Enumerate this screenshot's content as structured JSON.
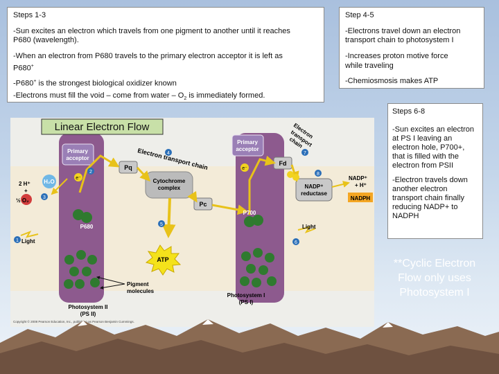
{
  "steps_1_3": {
    "title": "Steps 1-3",
    "line1": "-Sun excites an electron which travels from one pigment to another until it reaches",
    "line1b": "P680 (wavelength).",
    "line2": "-When an electron from P680 travels to the primary electron acceptor it is left as",
    "line2b": "P680",
    "line2sup": "+",
    "line3a": "-P680",
    "line3sup": "+",
    "line3b": " is the strongest biological oxidizer known",
    "line4a": "-Electrons must fill the void – come from water – O",
    "line4sub": "2",
    "line4b": " is immediately formed."
  },
  "steps_4_5": {
    "title": "Step 4-5",
    "line1": "-Electrons travel down an electron",
    "line1b": "transport chain to photosystem I",
    "line2": "-Increases proton motive force",
    "line2b": "while traveling",
    "line3": "-Chemiosmosis makes ATP"
  },
  "steps_6_8": {
    "title": "Steps 6-8",
    "para1": "-Sun excites an electron at PS I leaving an electron hole, P700+, that is filled with the electron from PSII",
    "para2": "-Electron travels down another electron transport chain finally reducing NADP+ to NADPH"
  },
  "cyclic_note": "**Cyclic Electron\nFlow only uses\nPhotosystem I",
  "diagram": {
    "title": "Linear Electron Flow",
    "electron_transport_chain": "Electron transport chain",
    "electron_transport_chain_2": [
      "Electron",
      "transport",
      "chain"
    ],
    "ps2_primary_acceptor": [
      "Primary",
      "acceptor"
    ],
    "ps1_primary_acceptor": [
      "Primary",
      "acceptor"
    ],
    "pq": "Pq",
    "cytochrome_complex": [
      "Cytochrome",
      "complex"
    ],
    "pc": "Pc",
    "fd": "Fd",
    "nadp_reductase": [
      "NADP⁺",
      "reductase"
    ],
    "nadp_plus": "NADP⁺",
    "plus_h": "+ H⁺",
    "nadph": "NADPH",
    "h2o": "H₂O",
    "two_h": "2 H⁺",
    "plus": "+",
    "half_o2": "½ O₂",
    "p680": "P680",
    "p700": "P700",
    "atp": "ATP",
    "light_left": "Light",
    "light_right": "Light",
    "pigment_molecules": [
      "Pigment",
      "molecules"
    ],
    "photosystem_2": [
      "Photosystem II",
      "(PS II)"
    ],
    "photosystem_1": [
      "Photosystem I",
      "(PS I)"
    ],
    "electron_symbol": "e⁻",
    "step_numbers": [
      "1",
      "2",
      "3",
      "4",
      "5",
      "6",
      "7",
      "8"
    ],
    "copyright": "Copyright © 2008 Pearson Education, Inc., publishing as Pearson Benjamin Cummings."
  },
  "colors": {
    "photosystem_fill": "#8d5a8e",
    "acceptor_fill": "#9a7fb6",
    "pigment_green": "#2f7a2f",
    "step_circle": "#2b6fb8",
    "atp_burst": "#f4e21b",
    "nadph_box": "#f4a623"
  }
}
